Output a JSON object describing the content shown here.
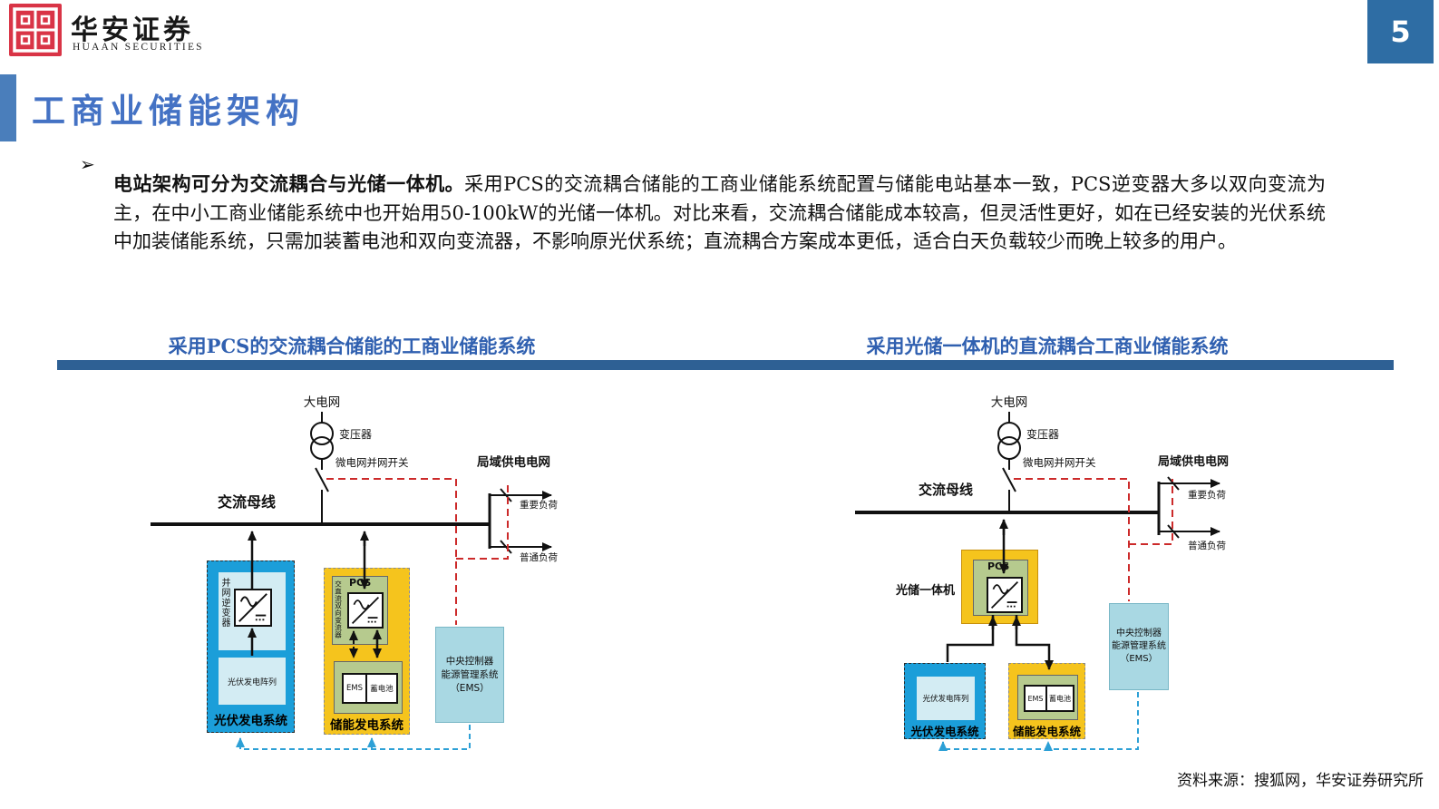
{
  "header": {
    "brand_cn": "华安证券",
    "brand_en": "HUAAN SECURITIES",
    "page_number": "5"
  },
  "title": "工商业储能架构",
  "bullet": {
    "marker": "➢",
    "lead": "电站架构可分为交流耦合与光储一体机。",
    "body": "采用PCS的交流耦合储能的工商业储能系统配置与储能电站基本一致，PCS逆变器大多以双向变流为主，在中小工商业储能系统中也开始用50-100kW的光储一体机。对比来看，交流耦合储能成本较高，但灵活性更好，如在已经安装的光伏系统中加装储能系统，只需加装蓄电池和双向变流器，不影响原光伏系统；直流耦合方案成本更低，适合白天负载较少而晚上较多的用户。"
  },
  "panels": {
    "left_title": "采用PCS的交流耦合储能的工商业储能系统",
    "right_title": "采用光储一体机的直流耦合工商业储能系统"
  },
  "labels": {
    "grid": "大电网",
    "transformer": "变压器",
    "grid_switch": "微电网并网开关",
    "ac_bus": "交流母线",
    "local_grid": "局域供电电网",
    "important_load": "重要负荷",
    "normal_load": "普通负荷",
    "pv_inverter": "并网逆变器",
    "pv_array": "光伏发电阵列",
    "pv_system": "光伏发电系统",
    "pcs": "PCS",
    "bidirectional_converter": "交直流双向变流器",
    "ems": "EMS",
    "battery": "蓄电池",
    "storage_system": "储能发电系统",
    "central_l1": "中央控制器",
    "central_l2": "能源管理系统",
    "central_l3": "（EMS）",
    "pv_storage_machine": "光储一体机"
  },
  "footer": {
    "source": "资料来源：搜狐网，华安证券研究所"
  },
  "colors": {
    "title_blue": "#4472c4",
    "heading_blue": "#3060b0",
    "divider_blue": "#2e6094",
    "badge_blue": "#2e6da4",
    "logo_red": "#d93446",
    "pv_box_blue": "#1b9ed9",
    "inner_light_blue": "#d3ecf3",
    "storage_yellow": "#f5c41d",
    "inner_green": "#b6ca8e",
    "ems_cyan": "#a9d8e3",
    "dash_red": "#cc2a2a",
    "dash_blue": "#2da0d6"
  }
}
